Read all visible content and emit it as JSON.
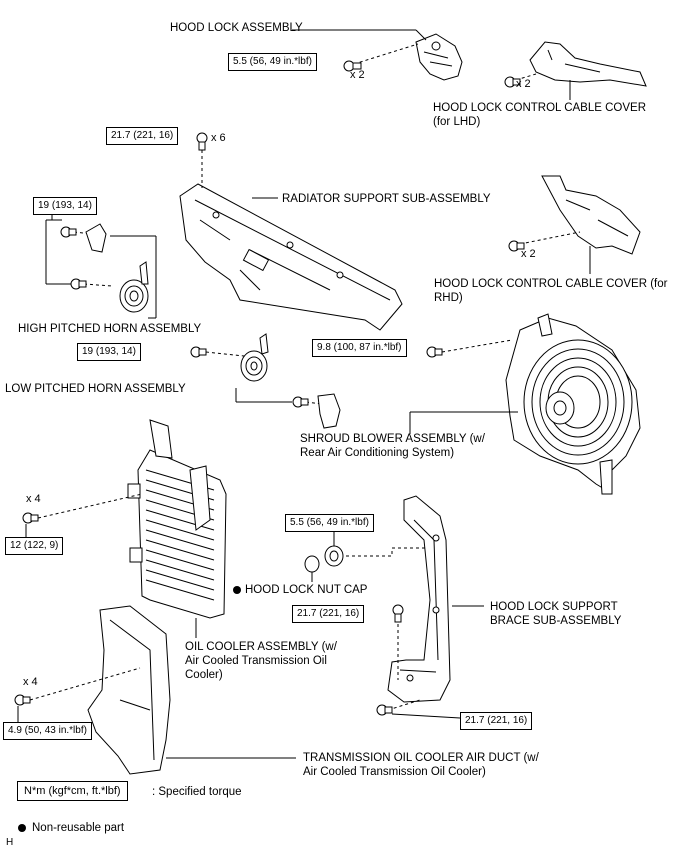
{
  "labels": {
    "hood_lock": "HOOD LOCK ASSEMBLY",
    "cable_cover_lhd_1": "HOOD LOCK CONTROL CABLE COVER",
    "cable_cover_lhd_2": "(for LHD)",
    "radiator_support": "RADIATOR SUPPORT SUB-ASSEMBLY",
    "cable_cover_rhd_1": "HOOD LOCK CONTROL CABLE COVER (for",
    "cable_cover_rhd_2": "RHD)",
    "high_horn": "HIGH PITCHED HORN ASSEMBLY",
    "low_horn": "LOW PITCHED HORN ASSEMBLY",
    "shroud_1": "SHROUD BLOWER ASSEMBLY (w/",
    "shroud_2": "Rear Air Conditioning System)",
    "nut_cap": "HOOD LOCK NUT CAP",
    "brace_1": "HOOD LOCK SUPPORT",
    "brace_2": "BRACE SUB-ASSEMBLY",
    "oil_cooler_1": "OIL COOLER ASSEMBLY (w/",
    "oil_cooler_2": "Air Cooled Transmission Oil",
    "oil_cooler_3": "Cooler)",
    "duct_1": "TRANSMISSION OIL COOLER AIR DUCT (w/",
    "duct_2": "Air Cooled Transmission Oil Cooler)"
  },
  "torques": {
    "hood_lock": "5.5 (56, 49 in.*lbf)",
    "radiator_support": "21.7 (221, 16)",
    "high_horn": "19 (193, 14)",
    "low_horn": "19 (193, 14)",
    "shroud": "9.8 (100, 87 in.*lbf)",
    "oil_cooler": "12 (122, 9)",
    "nut_cap": "5.5 (56, 49 in.*lbf)",
    "brace_upper": "21.7 (221, 16)",
    "brace_lower": "21.7 (221, 16)",
    "duct": "4.9 (50, 43 in.*lbf)"
  },
  "quantities": {
    "hood_lock": "x 2",
    "cable_lhd": "x 2",
    "radiator": "x 6",
    "cable_rhd": "x 2",
    "oil_cooler": "x 4",
    "duct": "x 4"
  },
  "legend": {
    "torque_unit": "N*m (kgf*cm, ft.*lbf)",
    "torque_desc": ": Specified torque",
    "nonreusable": "Non-reusable part"
  },
  "corner_code": "H"
}
